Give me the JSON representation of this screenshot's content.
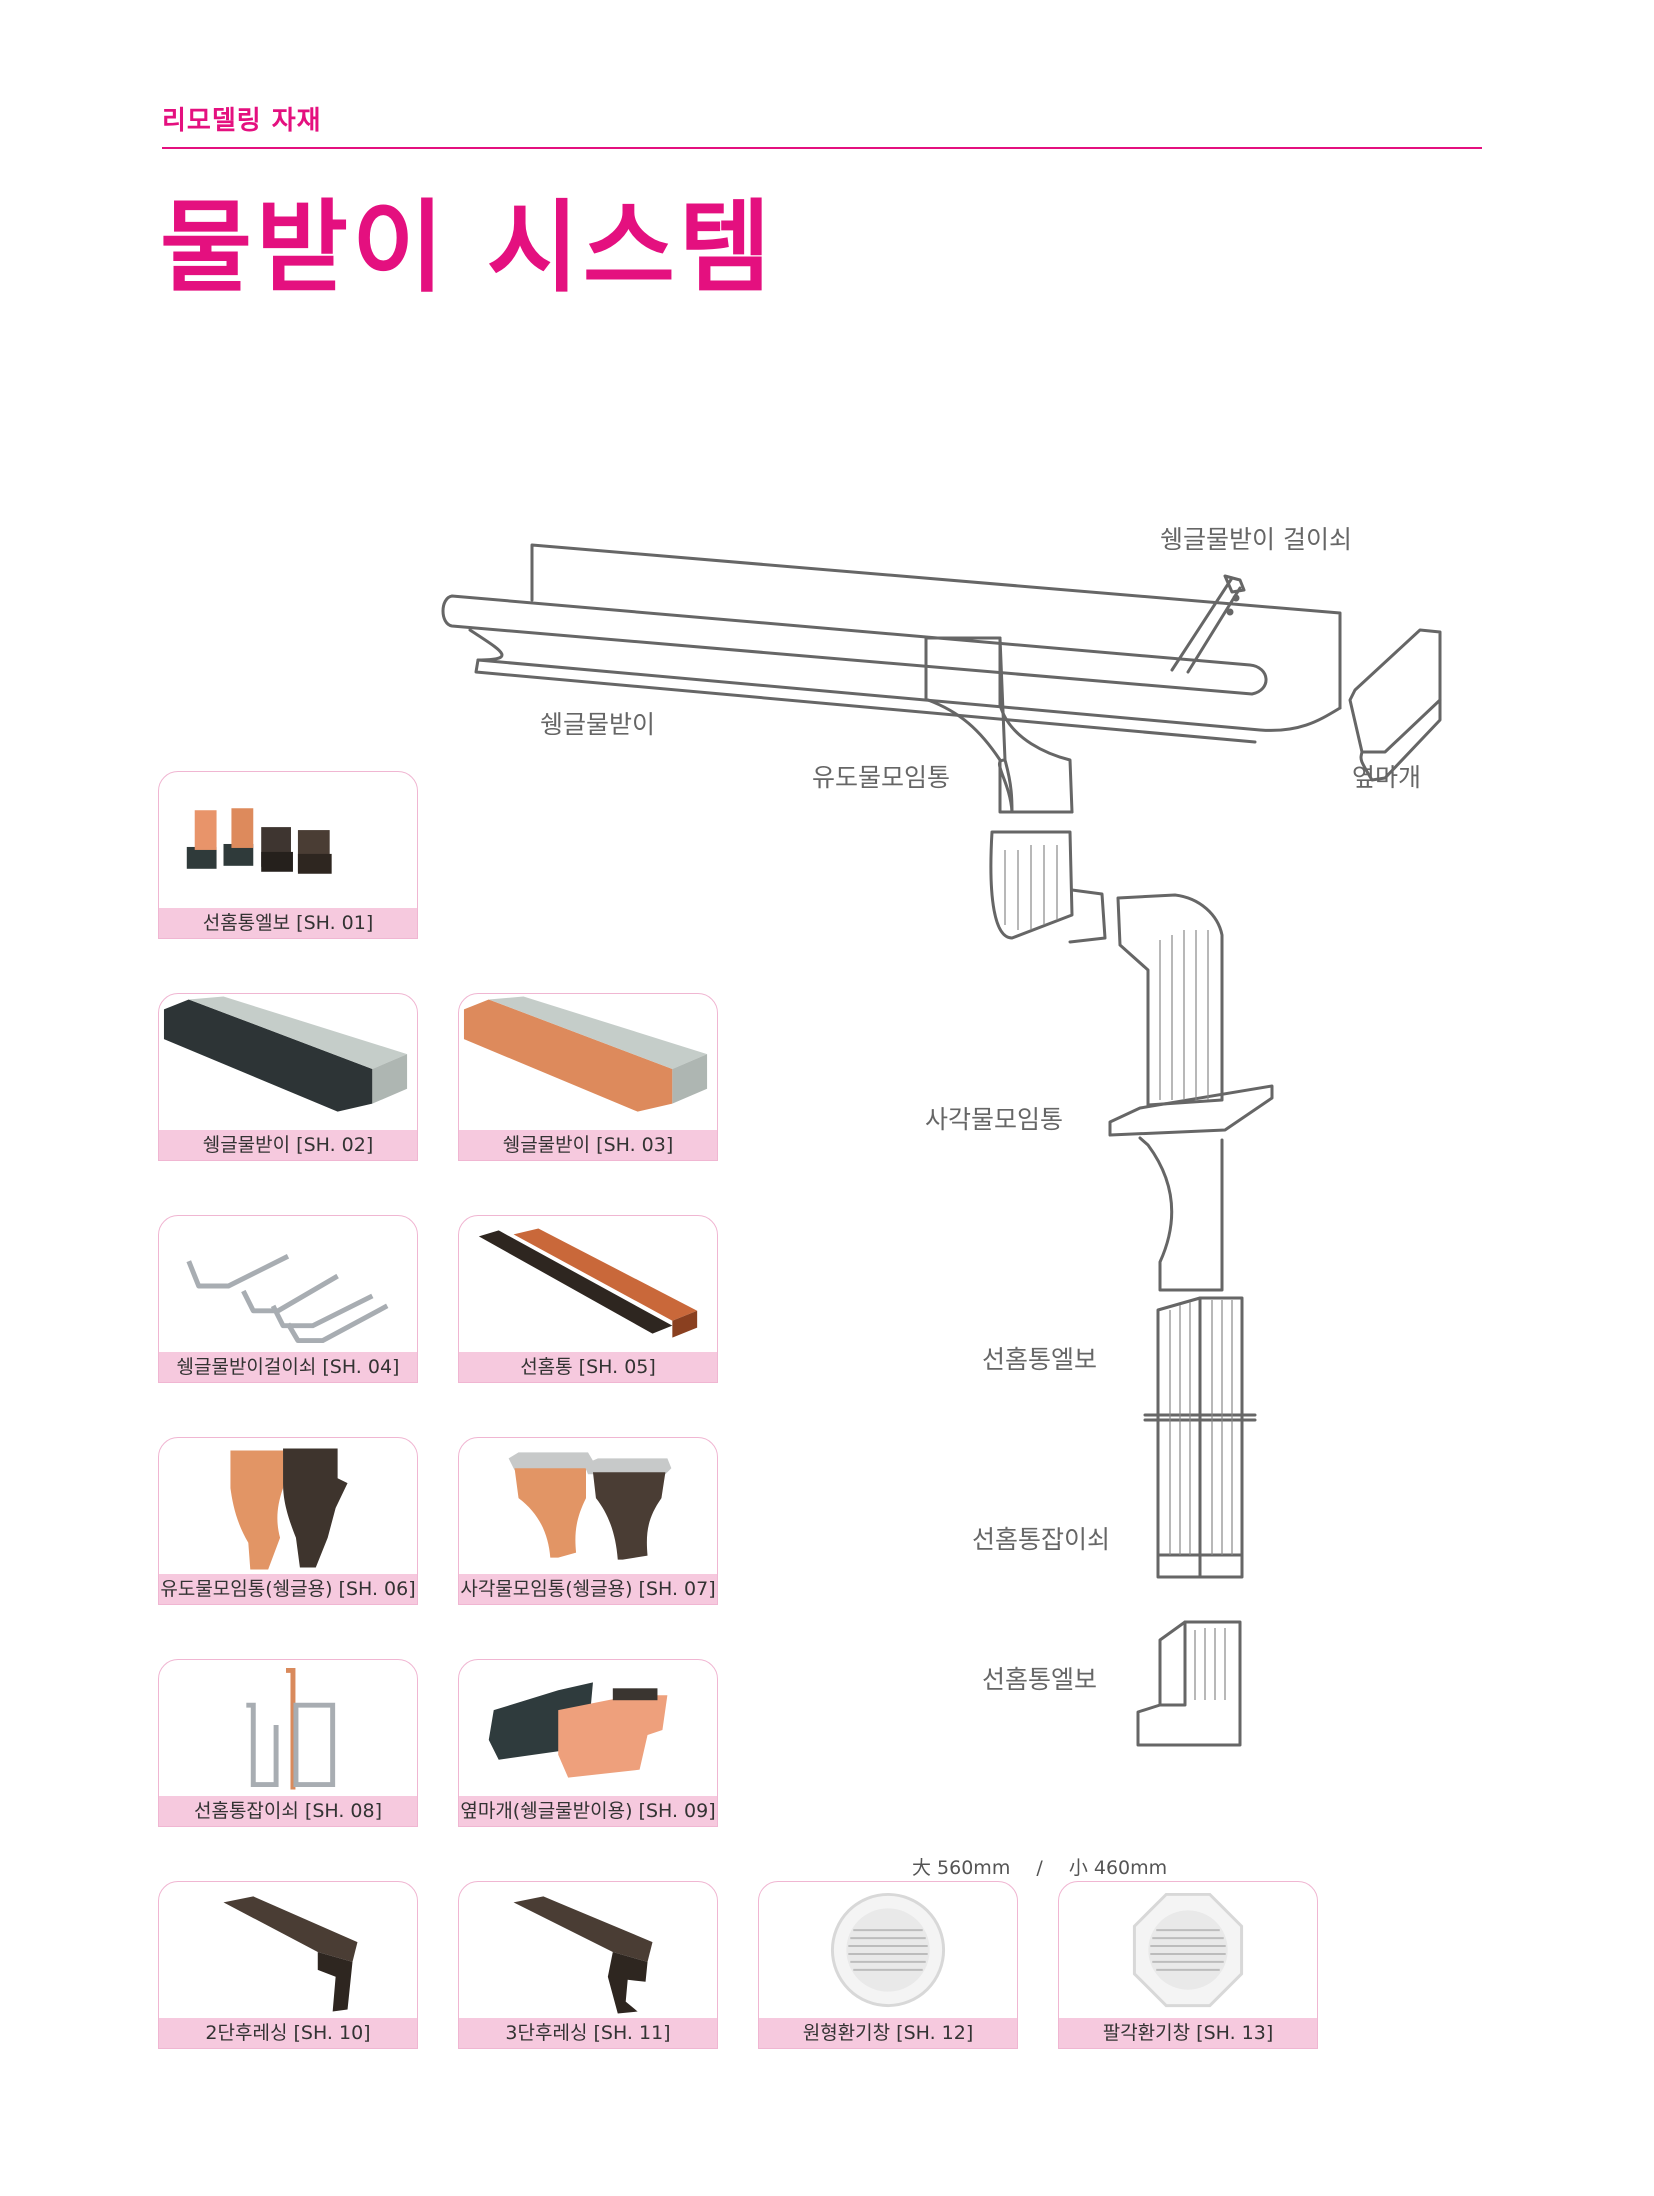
{
  "header": {
    "section_label": "리모델링 자재",
    "title": "물받이 시스템"
  },
  "diagram": {
    "labels": {
      "hanger": "쉥글물받이 걸이쇠",
      "gutter": "쉥글물받이",
      "leader_box": "유도물모임통",
      "end_cap": "옆마개",
      "square_box": "사각물모임통",
      "elbow_upper": "선홈통엘보",
      "bracket": "선홈통잡이쇠",
      "elbow_lower": "선홈통엘보"
    }
  },
  "products": [
    {
      "caption": "선홈통엘보 [SH. 01]",
      "icon": "elbow-pieces-icon"
    },
    {
      "caption": "쉥글물받이 [SH. 02]",
      "icon": "gutter-dark-icon"
    },
    {
      "caption": "쉥글물받이 [SH. 03]",
      "icon": "gutter-orange-icon"
    },
    {
      "caption": "쉥글물받이걸이쇠 [SH. 04]",
      "icon": "hanger-bracket-icon"
    },
    {
      "caption": "선홈통 [SH. 05]",
      "icon": "downspout-pipe-icon"
    },
    {
      "caption": "유도물모임통(쉥글용) [SH. 06]",
      "icon": "leader-box-icon"
    },
    {
      "caption": "사각물모임통(쉥글용) [SH. 07]",
      "icon": "square-box-icon"
    },
    {
      "caption": "선홈통잡이쇠 [SH. 08]",
      "icon": "pipe-bracket-icon"
    },
    {
      "caption": "옆마개(쉥글물받이용) [SH. 09]",
      "icon": "end-cap-icon"
    },
    {
      "caption": "2단후레싱 [SH. 10]",
      "icon": "flashing-2-icon"
    },
    {
      "caption": "3단후레싱 [SH. 11]",
      "icon": "flashing-3-icon"
    },
    {
      "caption": "원형환기창 [SH. 12]",
      "icon": "round-vent-icon"
    },
    {
      "caption": "팔각환기창 [SH. 13]",
      "icon": "octagon-vent-icon"
    }
  ],
  "size_note": {
    "large": "大  560mm",
    "sep": "/",
    "small": "小  460mm"
  },
  "colors": {
    "accent": "#e4107f",
    "caption_bg": "#f6c9de",
    "card_border": "#f0b6d2",
    "line_art": "#666666",
    "orange": "#dd8a5c",
    "dark_brown": "#4a3d34",
    "galvanized": "#c9ccd0"
  }
}
